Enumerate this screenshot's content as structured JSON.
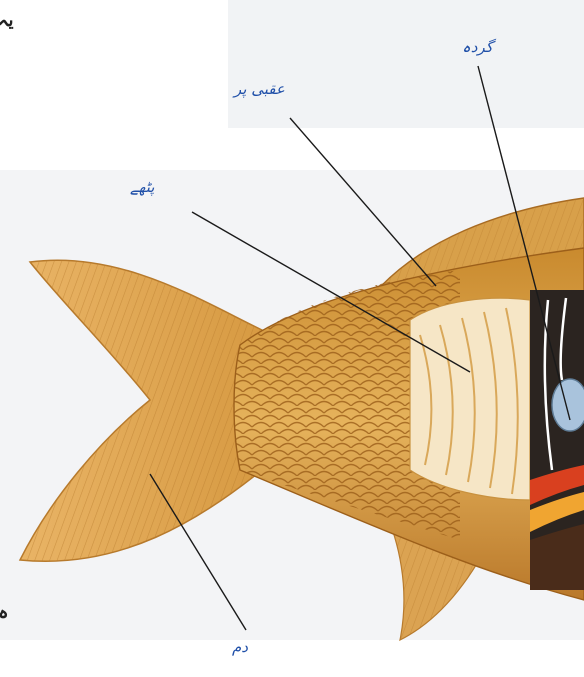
{
  "labels": {
    "kidney": "گردہ",
    "dorsal_fin": "عقبی پر",
    "muscles": "پٹھے",
    "tail": "دم"
  },
  "edge_text": {
    "top": "یہ",
    "bottom": "ہ"
  },
  "colors": {
    "label_text": "#1f4fa8",
    "pointer_line": "#1a1a1a",
    "fish_body": "#d9a14a",
    "fish_dark": "#8a4f12",
    "panel_bg": "#f1f3f5"
  }
}
